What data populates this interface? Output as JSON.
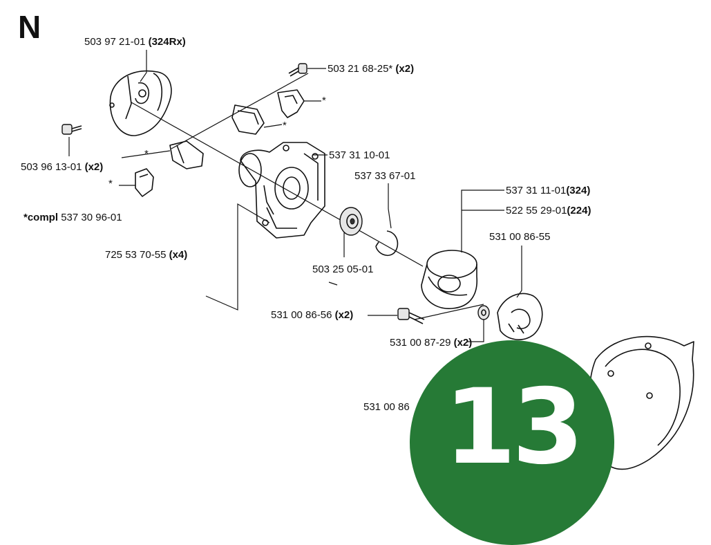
{
  "section_letter": "N",
  "page_number": "13",
  "badge_color": "#267a36",
  "labels": {
    "outer_housing": {
      "part": "503 97 21-01",
      "note": "(324Rx)"
    },
    "screw_top": {
      "part": "503 21 68-25*",
      "note": "(x2)"
    },
    "screw_left": {
      "part": "503 96 13-01",
      "note": "(x2)"
    },
    "clutch_housing": {
      "part": "537 31 10-01",
      "note": ""
    },
    "circlip": {
      "part": "537 33 67-01",
      "note": ""
    },
    "drum_324": {
      "part": "537 31 11-01",
      "note": "(324)"
    },
    "drum_224": {
      "part": "522 55 29-01",
      "note": "(224)"
    },
    "clutch": {
      "part": "531 00 86-55",
      "note": ""
    },
    "compl_kit": {
      "prefix": "*compl",
      "part": "537 30 96-01"
    },
    "screw_x4": {
      "part": "725 53 70-55",
      "note": "(x4)"
    },
    "bearing": {
      "part": "503 25 05-01",
      "note": ""
    },
    "shoulder_screw": {
      "part": "531 00 86-56",
      "note": "(x2)"
    },
    "washer": {
      "part": "531 00 87-29",
      "note": "(x2)"
    },
    "bottom_part": {
      "part": "531 00 86",
      "note": ""
    },
    "star_1": "*",
    "star_2": "*",
    "star_3": "*",
    "star_4": "*"
  }
}
